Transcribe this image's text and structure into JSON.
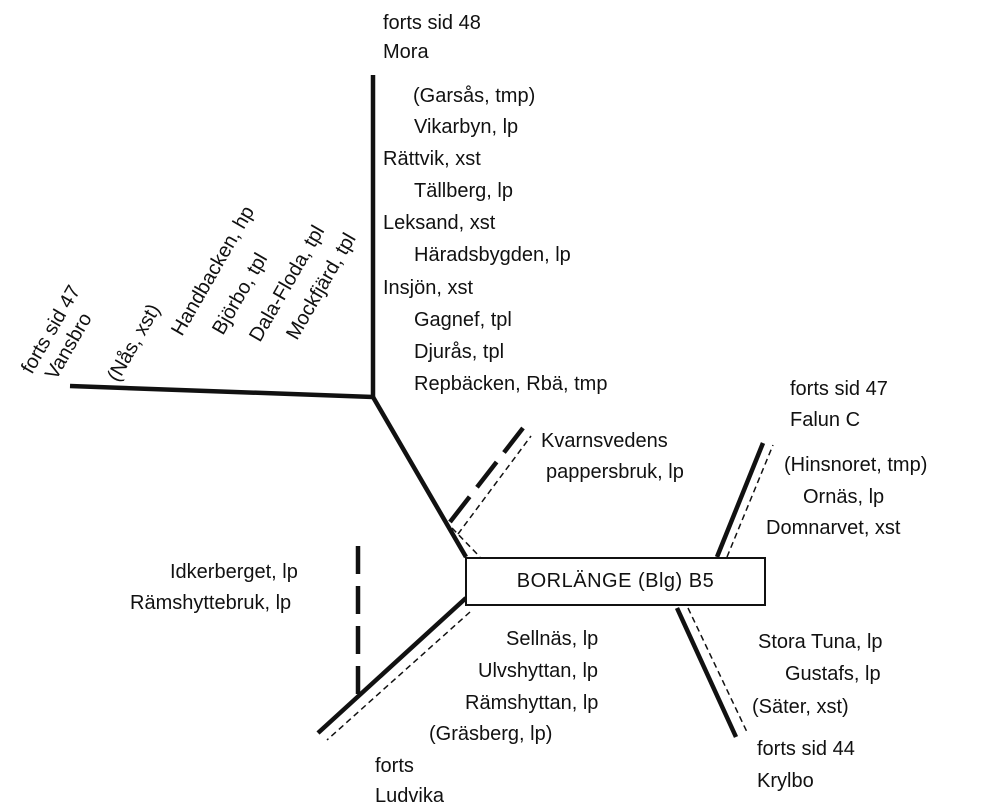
{
  "station_box": "BORLÄNGE (Blg) B5",
  "north": {
    "header": [
      "forts sid 48",
      "Mora"
    ],
    "stations": [
      "(Garsås, tmp)",
      "Vikarbyn, lp",
      "Rättvik, xst",
      "Tällberg, lp",
      "Leksand, xst",
      "Häradsbygden, lp",
      "Insjön, xst",
      "Gagnef, tpl",
      "Djurås, tpl",
      "Repbäcken, Rbä, tmp"
    ]
  },
  "west": {
    "header": [
      "forts sid 47",
      "Vansbro"
    ],
    "stations": [
      "(Nås, xst)",
      "Handbacken, hp",
      "Björbo, tpl",
      "Dala-Floda, tpl",
      "Mockfjärd, tpl"
    ]
  },
  "kvarnsveden": [
    "Kvarnsvedens",
    "pappersbruk, lp"
  ],
  "northeast": {
    "header": [
      "forts sid 47",
      "Falun C"
    ],
    "stations": [
      "(Hinsnoret, tmp)",
      "Ornäs, lp",
      "Domnarvet, xst"
    ]
  },
  "idkerberget": [
    "Idkerberget, lp",
    "Rämshyttebruk, lp"
  ],
  "southwest": {
    "stations": [
      "Sellnäs, lp",
      "Ulvshyttan, lp",
      "Rämshyttan, lp",
      "(Gräsberg, lp)"
    ],
    "footer": [
      "forts",
      "Ludvika"
    ]
  },
  "southeast": {
    "stations": [
      "Stora Tuna, lp",
      "Gustafs, lp",
      "(Säter, xst)"
    ],
    "footer": [
      "forts sid 44",
      "Krylbo"
    ]
  }
}
